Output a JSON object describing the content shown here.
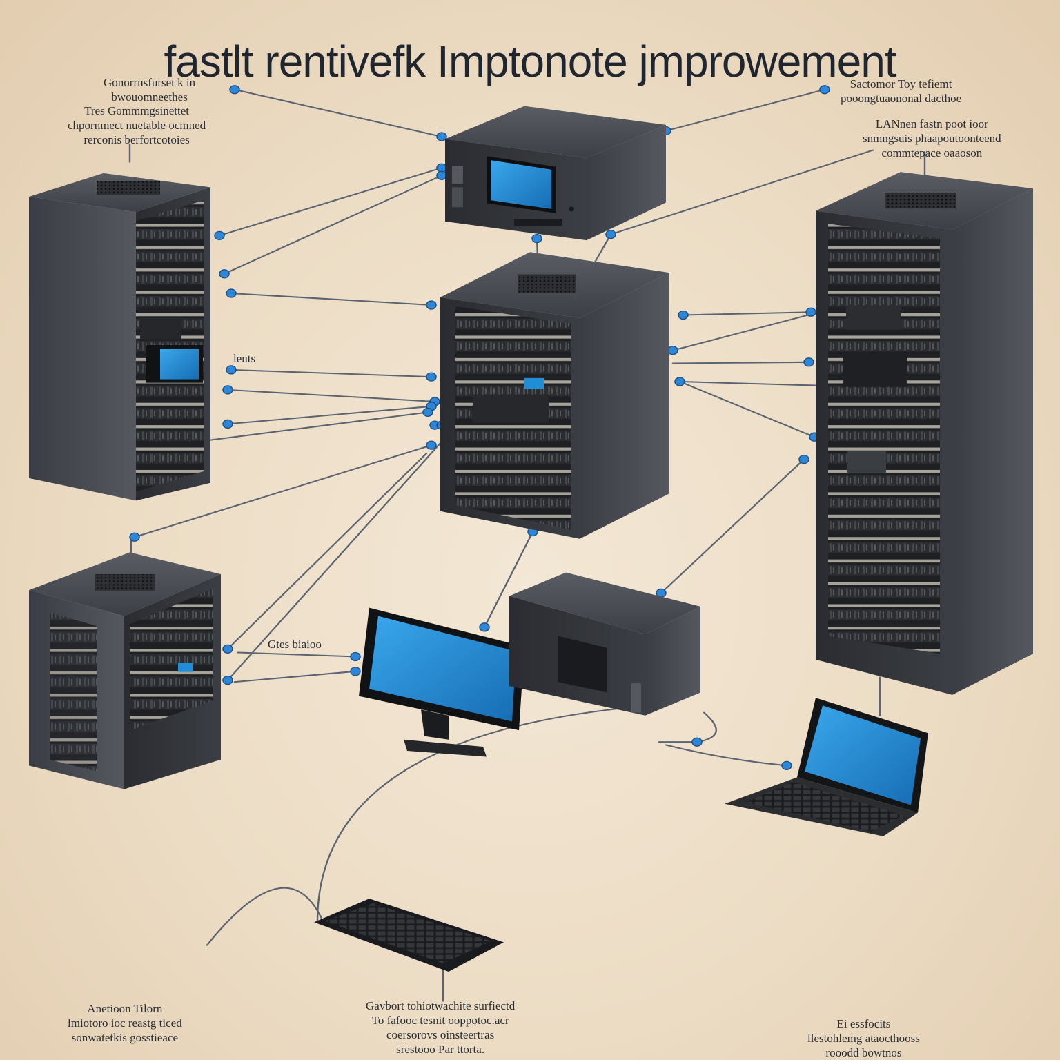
{
  "title": "fastlt rentivefk Imptonote jmprowement",
  "labels": {
    "top_left_a": [
      "Gonorrnsfurset k in",
      "bwouomneethes"
    ],
    "top_left_b": [
      "Tres Gommmgsinettet",
      "chpornmect nuetable ocmned",
      "rerconis berfortcotoies"
    ],
    "top_right_a": [
      "Sactomor Toy tefiemt",
      "pooongtuaononal dacthoe"
    ],
    "top_right_b": [
      "LANnen fastn poot ioor",
      "snmngsuis phaapoutoonteend",
      "commtepace oaaoson"
    ],
    "mid_left": "lents",
    "mid_bottom": "Gtes biaioo",
    "bottom_left": [
      "Anetioon Tilorn",
      "lmiotoro ioc reastg ticed",
      "sonwatetkis gosstieace"
    ],
    "bottom_center": [
      "Gavbort tohiotwachite surfiectd",
      "To fafooc tesnit ooppotoc.acr",
      "coersorovs oinsteertras",
      "srestooo Par ttorta."
    ],
    "bottom_right": [
      "Ei essfocits",
      "llestohlemg ataocthooss",
      "rooodd bowtnos"
    ]
  },
  "colors": {
    "background": "#efe2cc",
    "device_dark": "#2f3136",
    "device_mid": "#44474d",
    "screen_blue": "#1f8ed6",
    "wire": "#5a6470",
    "node": "#2f86d6",
    "text": "#2a2f36"
  }
}
